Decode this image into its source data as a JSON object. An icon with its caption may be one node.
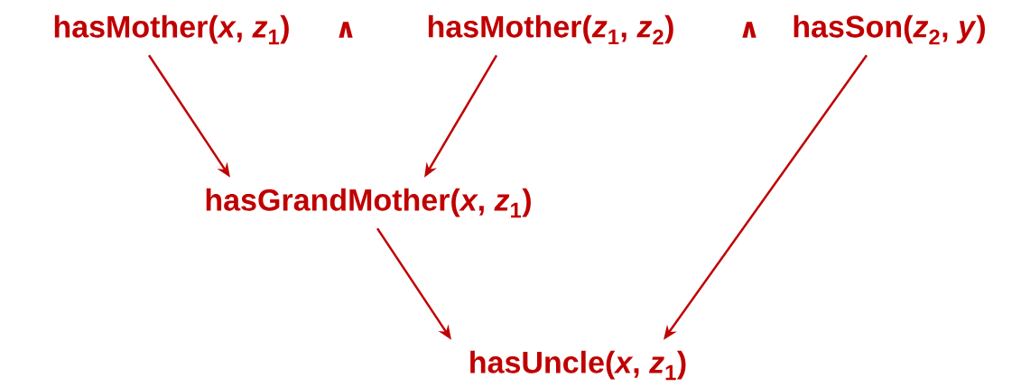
{
  "diagram": {
    "nodes": [
      {
        "text": [
          "hasMother(*x*, *z*$_{1}$)"
        ]
      },
      {
        "text": [
          "hasMother(*z*$_{1}$, *z*$_{2}$)"
        ]
      },
      {
        "text": [
          "hasSon(*z*$_{2}$, *y*)"
        ]
      },
      {
        "text": [
          "hasGrandMother(*x*, *z*$_{1}$)"
        ]
      },
      {
        "text": [
          "hasUncle(*x*, *z*$_{1}$)"
        ]
      }
    ],
    "edges": [
      {
        "from": 0,
        "to": 3,
        "arrow": "to"
      },
      {
        "from": 1,
        "to": 3,
        "arrow": "to"
      },
      {
        "from": 2,
        "to": 4,
        "arrow": "to"
      },
      {
        "from": 3,
        "to": 4,
        "arrow": "to"
      }
    ],
    "labels": [
      "∧",
      "∧"
    ]
  }
}
